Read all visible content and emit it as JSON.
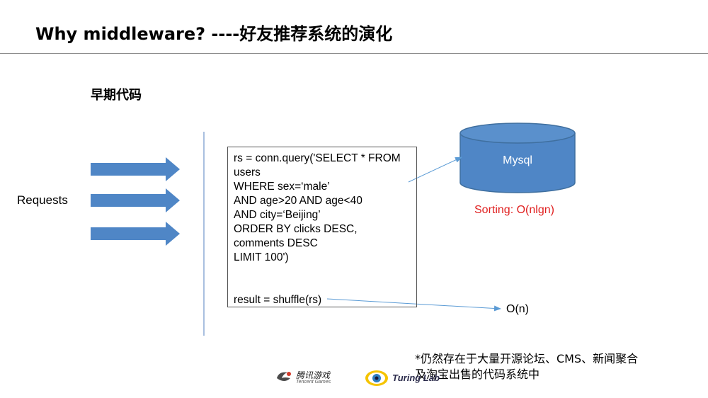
{
  "slide": {
    "title": "Why middleware? ----好友推荐系统的演化",
    "section_heading": "早期代码",
    "requests_label": "Requests",
    "code_lines": [
      "rs = conn.query('SELECT * FROM",
      "users",
      "WHERE sex=‘male’",
      "AND age>20 AND age<40",
      "AND city=‘Beijing’",
      "ORDER BY clicks DESC,",
      "comments DESC",
      "LIMIT 100')"
    ],
    "result_line": "result = shuffle(rs)",
    "db_label": "Mysql",
    "sorting_label": "Sorting: O(nlgn)",
    "shuffle_complexity": "O(n)",
    "note_lines": [
      "*仍然存在于大量开源论坛、CMS、新闻聚合",
      "及淘宝出售的代码系统中"
    ],
    "logo_tencent": {
      "name": "腾讯游戏",
      "sub": "Tencent Games"
    },
    "logo_turing": {
      "name": "Turing Lab"
    },
    "colors": {
      "arrow_fill": "#4f86c6",
      "db_fill": "#4f86c6",
      "db_stroke": "#3f6f9f",
      "sorting_text": "#e02020",
      "connector": "#5b9bd5"
    }
  }
}
